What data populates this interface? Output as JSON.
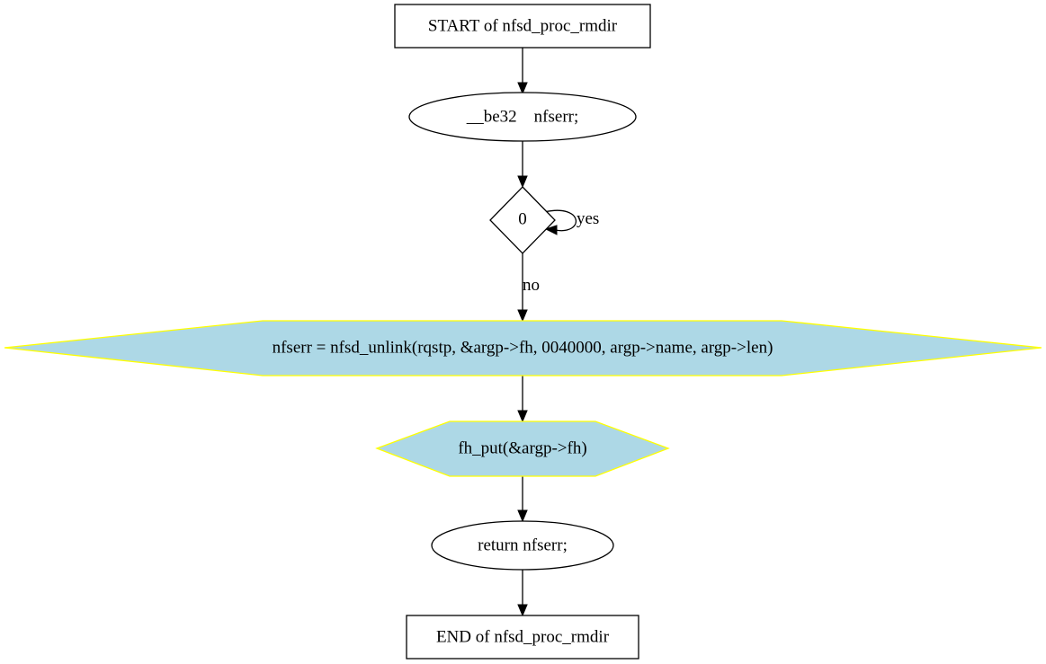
{
  "diagram": {
    "nodes": {
      "start": {
        "label": "START of nfsd_proc_rmdir",
        "shape": "box"
      },
      "decl": {
        "label": "__be32    nfserr;",
        "shape": "ellipse"
      },
      "cond": {
        "label": "0",
        "shape": "diamond"
      },
      "unlink_call": {
        "label": "nfserr = nfsd_unlink(rqstp, &argp->fh, 0040000, argp->name, argp->len)",
        "shape": "hexagon",
        "fill": "#add8e6",
        "border": "#ffff00"
      },
      "fh_put_call": {
        "label": "fh_put(&argp->fh)",
        "shape": "hexagon",
        "fill": "#add8e6",
        "border": "#ffff00"
      },
      "ret": {
        "label": "return nfserr;",
        "shape": "ellipse"
      },
      "end": {
        "label": "END of nfsd_proc_rmdir",
        "shape": "box"
      }
    },
    "edges": [
      {
        "from": "start",
        "to": "decl",
        "label": ""
      },
      {
        "from": "decl",
        "to": "cond",
        "label": ""
      },
      {
        "from": "cond",
        "to": "cond",
        "label": "yes"
      },
      {
        "from": "cond",
        "to": "unlink_call",
        "label": "no"
      },
      {
        "from": "unlink_call",
        "to": "fh_put_call",
        "label": ""
      },
      {
        "from": "fh_put_call",
        "to": "ret",
        "label": ""
      },
      {
        "from": "ret",
        "to": "end",
        "label": ""
      }
    ]
  }
}
